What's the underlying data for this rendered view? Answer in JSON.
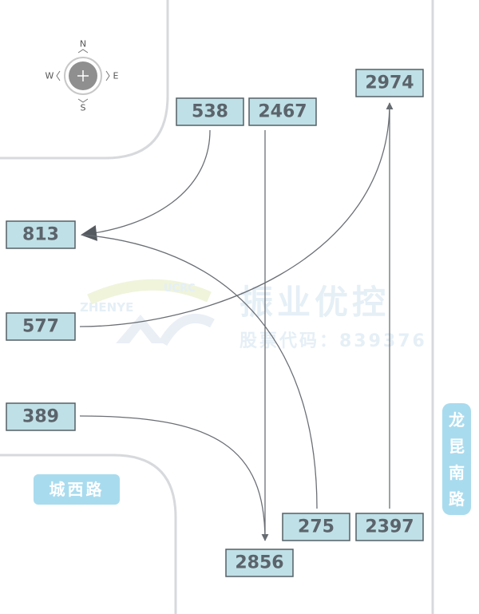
{
  "compass": {
    "n": "N",
    "s": "S",
    "e": "E",
    "w": "W"
  },
  "watermark": {
    "latin": "ZHENYE",
    "arc_text": "UCRC",
    "company": "振业优控",
    "stock": "股票代码：839376"
  },
  "streets": {
    "west": "城西路",
    "east": [
      "龙",
      "昆",
      "南",
      "路"
    ]
  },
  "counts": {
    "n_left": "538",
    "n_through": "2467",
    "n_exit": "2974",
    "w_exit": "813",
    "w_left": "577",
    "w_right": "389",
    "s_exit": "2856",
    "s_left": "275",
    "s_through": "2397"
  }
}
